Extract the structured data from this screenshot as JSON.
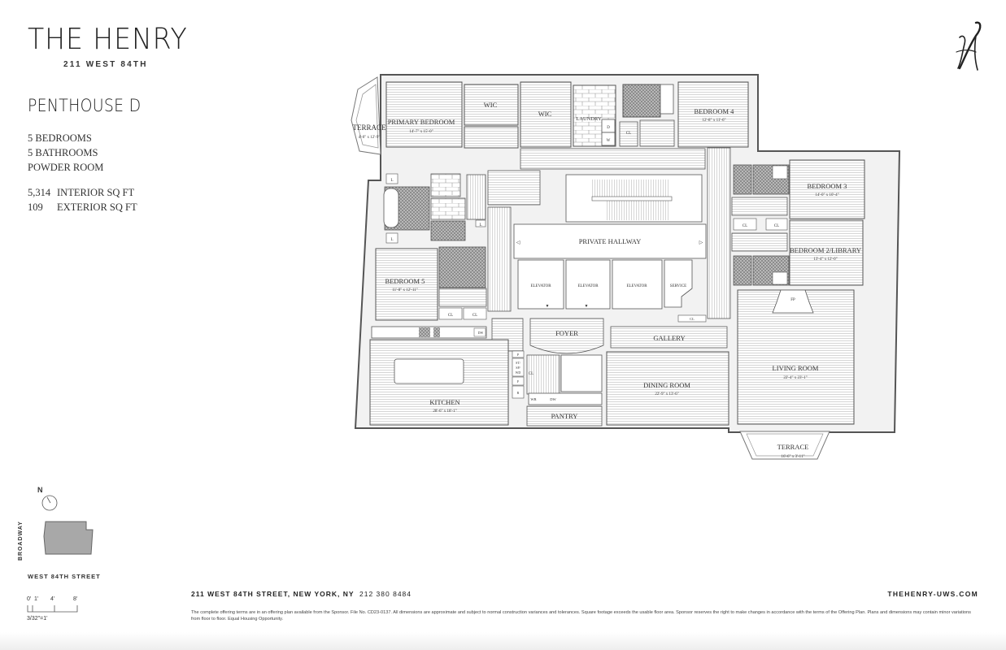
{
  "brand": {
    "name": "THE HENRY",
    "address_short": "211 WEST 84TH",
    "monogram": "H"
  },
  "unit": {
    "title": "PENTHOUSE D",
    "bedrooms": "5 BEDROOMS",
    "bathrooms": "5 BATHROOMS",
    "powder_room": "POWDER ROOM",
    "interior_sqft": "5,314",
    "interior_label": "INTERIOR SQ FT",
    "exterior_sqft": "109",
    "exterior_label": "EXTERIOR SQ FT"
  },
  "rooms": {
    "terrace_nw": {
      "name": "TERRACE",
      "dims": "4'-0\" x 12'-9\""
    },
    "primary_bedroom": {
      "name": "PRIMARY BEDROOM",
      "dims": "14'-7\" x 15'-0\""
    },
    "wic_1": {
      "name": "WIC"
    },
    "wic_2": {
      "name": "WIC"
    },
    "laundry": {
      "name": "LAUNDRY",
      "dryer": "D",
      "washer": "W"
    },
    "bedroom_4": {
      "name": "BEDROOM 4",
      "dims": "12'-8\" x 11'-6\""
    },
    "bedroom_3": {
      "name": "BEDROOM 3",
      "dims": "14'-0\" x 10'-4\""
    },
    "bedroom_2": {
      "name": "BEDROOM 2/LIBRARY",
      "dims": "13'-4\" x 12'-0\""
    },
    "bedroom_5": {
      "name": "BEDROOM 5",
      "dims": "11'-8\" x 12'-11\""
    },
    "private_hallway": {
      "name": "PRIVATE HALLWAY"
    },
    "elevator_1": {
      "name": "ELEVATOR"
    },
    "elevator_2": {
      "name": "ELEVATOR"
    },
    "elevator_3": {
      "name": "ELEVATOR"
    },
    "service": {
      "name": "SERVICE"
    },
    "foyer": {
      "name": "FOYER"
    },
    "gallery": {
      "name": "GALLERY"
    },
    "living_room": {
      "name": "LIVING ROOM",
      "dims": "22'-4\" x 23'-1\""
    },
    "fireplace": {
      "name": "FP"
    },
    "dining_room": {
      "name": "DINING ROOM",
      "dims": "22'-9\" x 13'-6\""
    },
    "kitchen": {
      "name": "KITCHEN",
      "dims": "28'-6\" x 18'-1\""
    },
    "pantry": {
      "name": "PANTRY"
    },
    "terrace_se": {
      "name": "TERRACE",
      "dims": "16'-6\" x 3'-11\""
    }
  },
  "fixtures": {
    "closet": "CL",
    "linen": "L",
    "dishwasher": "DW",
    "wine_refrigerator": "WR",
    "pantry_cab": "P",
    "steam_oven": "ST/",
    "speed_oven": "SP/",
    "warming_drawer": "WD",
    "freezer": "F",
    "refrigerator": "R"
  },
  "keyplan": {
    "north": "N",
    "side_street": "BROADWAY",
    "front_street": "WEST 84TH STREET"
  },
  "scale": {
    "ticks": [
      "0'",
      "1'",
      "4'",
      "8'"
    ],
    "ratio": "3/32\"=1'"
  },
  "footer": {
    "address": "211 WEST 84TH STREET, NEW YORK, NY",
    "phone": "212 380 8484",
    "website": "THEHENRY-UWS.COM",
    "disclaimer": "The complete offering terms are in an offering plan available from the Sponsor. File No. CD23-0137. All dimensions are approximate and subject to normal construction variances and tolerances. Square footage exceeds the usable floor area. Sponsor reserves the right to make changes in accordance with the terms of the Offering Plan. Plans and dimensions may contain minor variations from floor to floor. Equal Housing Opportunity."
  },
  "colors": {
    "ink": "#222222",
    "wall": "#555555",
    "floor_lines": "#bbbbbb",
    "tile": "#9a9a9a",
    "keyplan_fill": "#a8a8a8"
  }
}
